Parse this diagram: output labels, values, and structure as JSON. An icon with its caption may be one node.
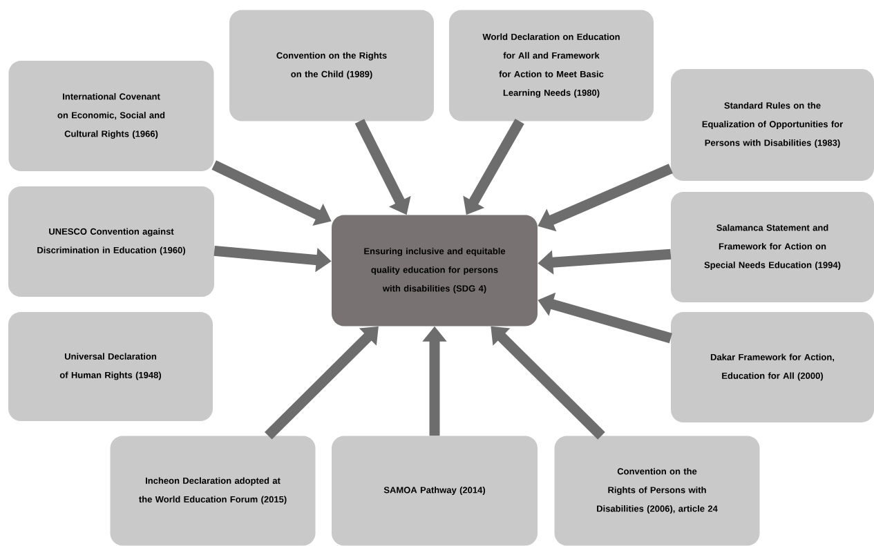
{
  "diagram": {
    "nodes": [
      {
        "text": [
          "Ensuring inclusive and equitable quality education for persons with disabilities (SDG 4)"
        ]
      },
      {
        "text": [
          "International Covenant on Economic, Social and Cultural Rights (1966)"
        ]
      },
      {
        "text": [
          "Convention on the Rights on the Child (1989)"
        ]
      },
      {
        "text": [
          "World Declaration on Education for All and Framework for Action to Meet Basic Learning Needs (1980)"
        ]
      },
      {
        "text": [
          "Standard Rules on the Equalization of Opportunities for Persons with Disabilities (1983)"
        ]
      },
      {
        "text": [
          "UNESCO Convention against Discrimination in Education (1960)"
        ]
      },
      {
        "text": [
          "Salamanca Statement and Framework for Action on Special Needs Education (1994)"
        ]
      },
      {
        "text": [
          "Universal Declaration of Human Rights (1948)"
        ]
      },
      {
        "text": [
          "Dakar Framework for Action, Education for All (2000)"
        ]
      },
      {
        "text": [
          "Incheon Declaration adopted at the World Education Forum (2015)"
        ]
      },
      {
        "text": [
          "SAMOA Pathway (2014)"
        ]
      },
      {
        "text": [
          "Convention on the Rights of Persons with Disabilities (2006), article 24"
        ]
      }
    ],
    "edges": [
      {
        "from": 1,
        "to": 0,
        "arrow": "to"
      },
      {
        "from": 2,
        "to": 0,
        "arrow": "to"
      },
      {
        "from": 3,
        "to": 0,
        "arrow": "to"
      },
      {
        "from": 4,
        "to": 0,
        "arrow": "to"
      },
      {
        "from": 5,
        "to": 0,
        "arrow": "to"
      },
      {
        "from": 6,
        "to": 0,
        "arrow": "to"
      },
      {
        "from": 8,
        "to": 0,
        "arrow": "to"
      },
      {
        "from": 9,
        "to": 0,
        "arrow": "to"
      },
      {
        "from": 10,
        "to": 0,
        "arrow": "to"
      },
      {
        "from": 11,
        "to": 0,
        "arrow": "to"
      }
    ]
  }
}
